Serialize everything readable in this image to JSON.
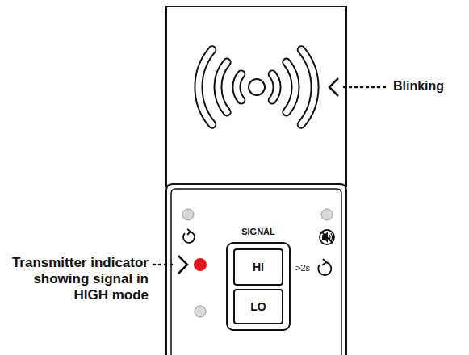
{
  "diagram": {
    "nodes": [
      {
        "text": [
          "SIGNAL"
        ]
      },
      {
        "text": [
          "HI"
        ],
        "in": 0
      },
      {
        "text": [
          "LO"
        ],
        "in": 0
      }
    ],
    "labels": [
      "Blinking",
      "Transmitter indicator showing signal in HIGH mode",
      ">2s"
    ]
  }
}
